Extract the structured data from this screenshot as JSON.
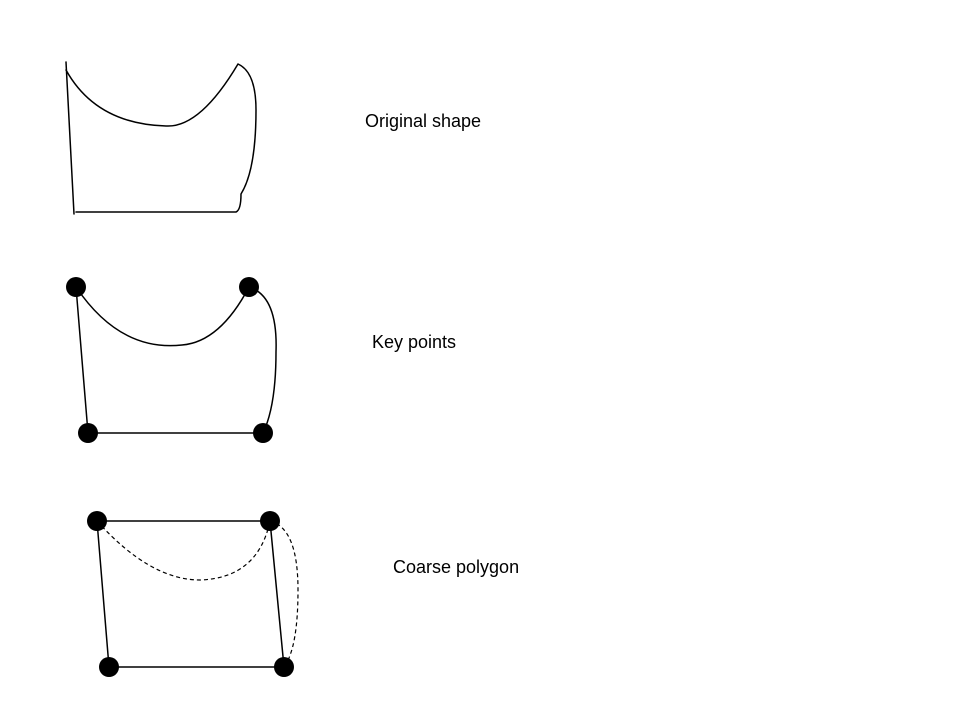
{
  "labels": {
    "original": "Original shape",
    "key_points": "Key points",
    "coarse": "Coarse polygon"
  },
  "colors": {
    "stroke": "#000000",
    "background": "#ffffff"
  }
}
